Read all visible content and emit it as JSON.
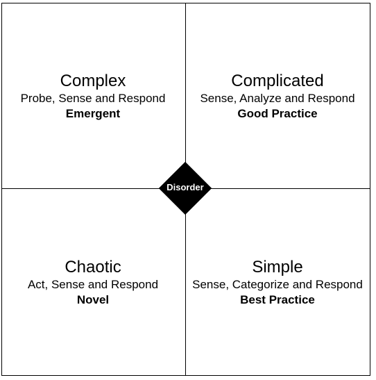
{
  "quadrants": {
    "complex": {
      "title": "Complex",
      "method": "Probe, Sense and Respond",
      "practice": "Emergent"
    },
    "complicated": {
      "title": "Complicated",
      "method": "Sense, Analyze and Respond",
      "practice": "Good Practice"
    },
    "chaotic": {
      "title": "Chaotic",
      "method": "Act, Sense and Respond",
      "practice": "Novel"
    },
    "simple": {
      "title": "Simple",
      "method": "Sense, Categorize and Respond",
      "practice": "Best Practice"
    }
  },
  "center": {
    "label": "Disorder"
  }
}
